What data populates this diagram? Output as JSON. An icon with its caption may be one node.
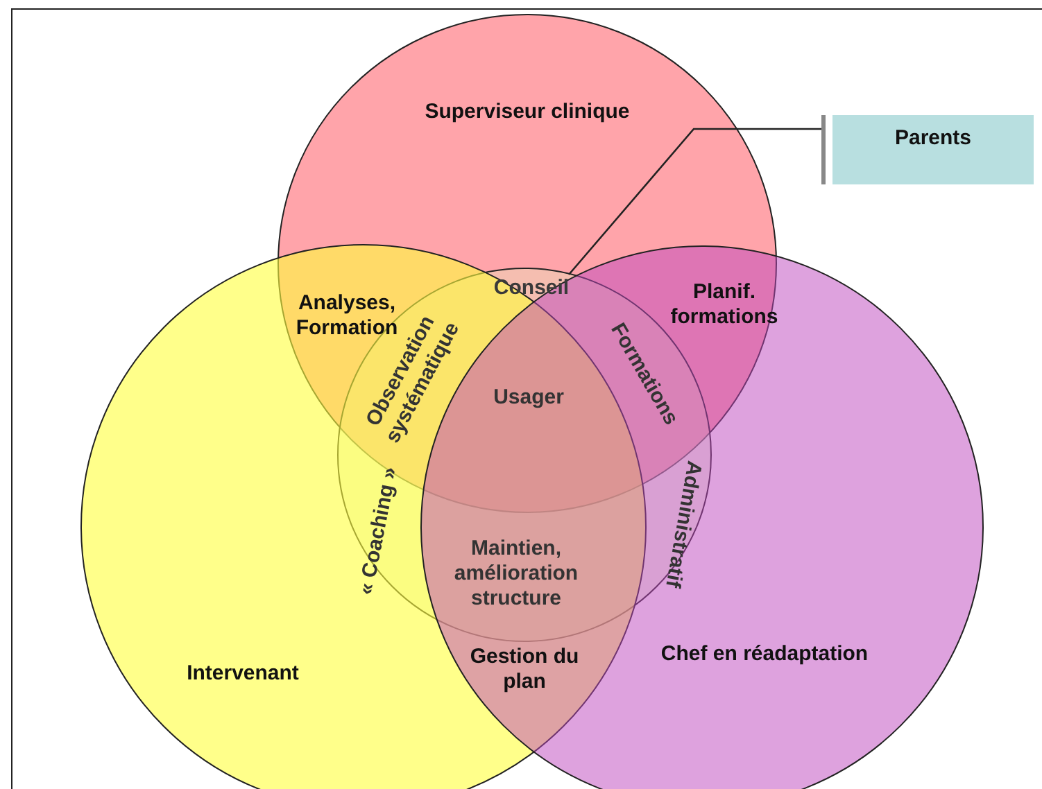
{
  "diagram": {
    "nodes": [
      {
        "text": [
          "Superviseur clinique"
        ]
      },
      {
        "text": [
          "Parents"
        ]
      },
      {
        "text": [
          "Conseil"
        ]
      },
      {
        "text": [
          "Usager"
        ]
      },
      {
        "text": [
          "Intervenant"
        ]
      },
      {
        "text": [
          "Chef en réadaptation"
        ]
      }
    ],
    "edges": [
      {
        "from": 1,
        "to": 2,
        "arrow": "none"
      }
    ],
    "labels": [
      "Analyses, Formation",
      "Planif. formations",
      "Observation systématique",
      "Formations",
      "« Coaching »",
      "Administratif",
      "Maintien, amélioration structure",
      "Gestion du plan"
    ]
  }
}
